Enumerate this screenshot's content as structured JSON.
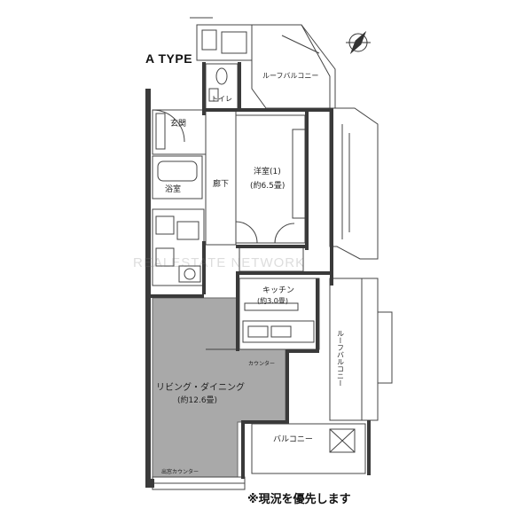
{
  "plan_type": "A TYPE",
  "note": "※現況を優先します",
  "watermark": "REALESTATE NETWORK",
  "rooms": {
    "roof_balcony_top": "ルーフバルコニー",
    "toilet": "トイレ",
    "entrance": "玄関",
    "bath": "浴室",
    "corridor": "廊下",
    "western_room": "洋室(1)",
    "western_room_size": "(約6.5畳)",
    "kitchen": "キッチン",
    "kitchen_size": "(約3.0畳)",
    "living_dining": "リビング・ダイニング",
    "living_dining_size": "(約12.6畳)",
    "roof_balcony_right": "ルーフバルコニー",
    "balcony": "バルコニー",
    "counter": "カウンター",
    "window_counter": "出窓カウンター"
  },
  "colors": {
    "ldk_fill": "#a9a9a9",
    "wall": "#3a3a3a"
  },
  "icons": [
    "compass-icon"
  ]
}
